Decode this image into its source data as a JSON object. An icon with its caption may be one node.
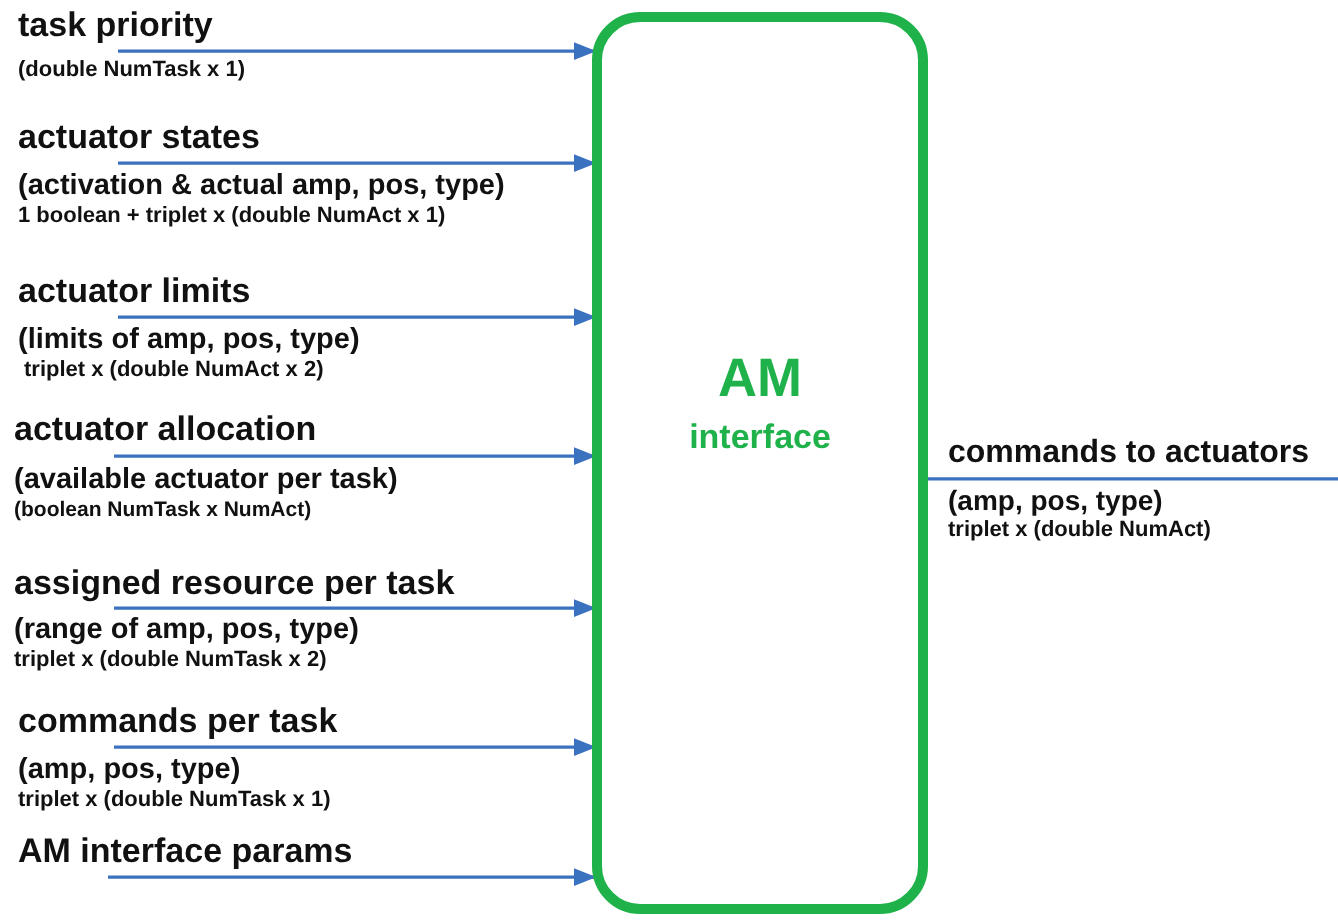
{
  "diagram": {
    "nodes": [
      {
        "text": [
          "AM",
          "interface"
        ]
      },
      {
        "text": [
          "task priority",
          "(double NumTask x 1)"
        ]
      },
      {
        "text": [
          "actuator states",
          "(activation & actual amp, pos, type)",
          "1 boolean + triplet  x (double NumAct x 1)"
        ]
      },
      {
        "text": [
          "actuator limits",
          "(limits of amp, pos, type)",
          "triplet x (double NumAct x 2)"
        ]
      },
      {
        "text": [
          "actuator allocation",
          "(available actuator per task)",
          "(boolean NumTask x NumAct)"
        ]
      },
      {
        "text": [
          "assigned resource per task",
          "(range of amp, pos, type)",
          "triplet x (double NumTask x 2)"
        ]
      },
      {
        "text": [
          "commands per task",
          "(amp, pos, type)",
          "triplet x (double NumTask x 1)"
        ]
      },
      {
        "text": [
          "AM interface params"
        ]
      },
      {
        "text": [
          "commands to actuators",
          "(amp, pos, type)",
          "triplet x (double NumAct)"
        ]
      }
    ],
    "edges": [
      {
        "from": 1,
        "to": 0,
        "arrow": "to"
      },
      {
        "from": 2,
        "to": 0,
        "arrow": "to"
      },
      {
        "from": 3,
        "to": 0,
        "arrow": "to"
      },
      {
        "from": 4,
        "to": 0,
        "arrow": "to"
      },
      {
        "from": 5,
        "to": 0,
        "arrow": "to"
      },
      {
        "from": 6,
        "to": 0,
        "arrow": "to"
      },
      {
        "from": 7,
        "to": 0,
        "arrow": "to"
      },
      {
        "from": 0,
        "to": 8,
        "arrow": "none"
      }
    ]
  }
}
